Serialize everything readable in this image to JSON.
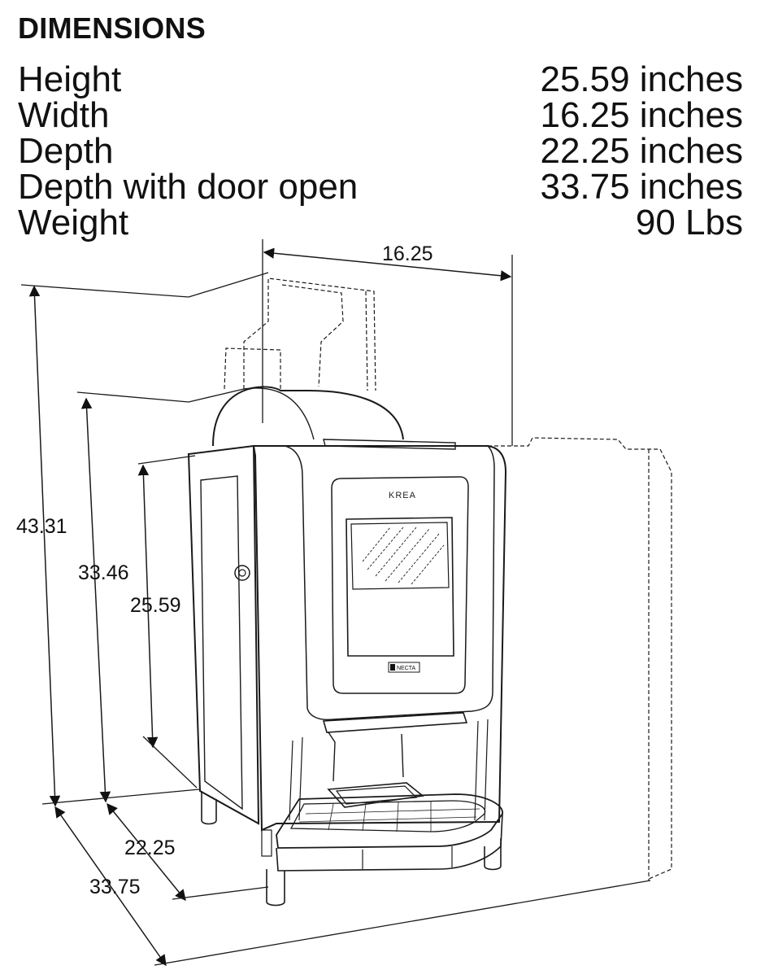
{
  "heading": "DIMENSIONS",
  "specs": [
    {
      "label": "Height",
      "value": "25.59 inches"
    },
    {
      "label": "Width",
      "value": "16.25 inches"
    },
    {
      "label": "Depth",
      "value": "22.25 inches"
    },
    {
      "label": "Depth with door open",
      "value": "33.75 inches"
    },
    {
      "label": "Weight",
      "value": "90 Lbs"
    }
  ],
  "diagram": {
    "width_label": "16.25",
    "total_height_label": "43.31",
    "mid_height_label": "33.46",
    "body_height_label": "25.59",
    "depth_label": "22.25",
    "depth_open_label": "33.75",
    "brand": "KREA",
    "logo": "NECTA"
  }
}
